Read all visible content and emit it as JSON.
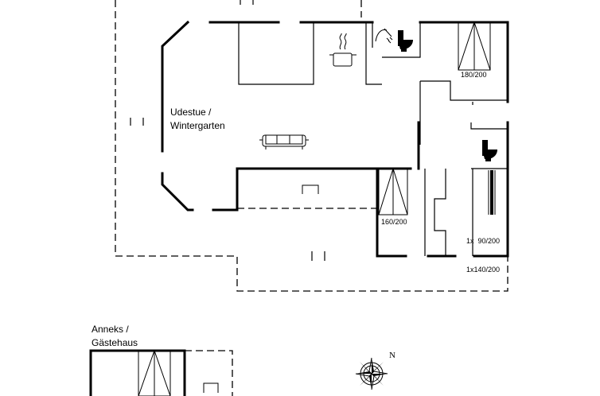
{
  "rooms": {
    "sunroom": {
      "line1": "Udestue /",
      "line2": "Wintergarten"
    },
    "annex": {
      "line1": "Anneks /",
      "line2": "Gästehaus"
    }
  },
  "beds": {
    "bed1": "180/200",
    "bed2": "160/200",
    "bed3": {
      "line1": "1x  90/200",
      "line2": "1x140/200"
    }
  },
  "compass": {
    "north": "N"
  },
  "icons": [
    "cooking-pot-icon",
    "shower-icon",
    "toilet-icon",
    "sofa-icon",
    "bed-icon",
    "compass-icon"
  ]
}
